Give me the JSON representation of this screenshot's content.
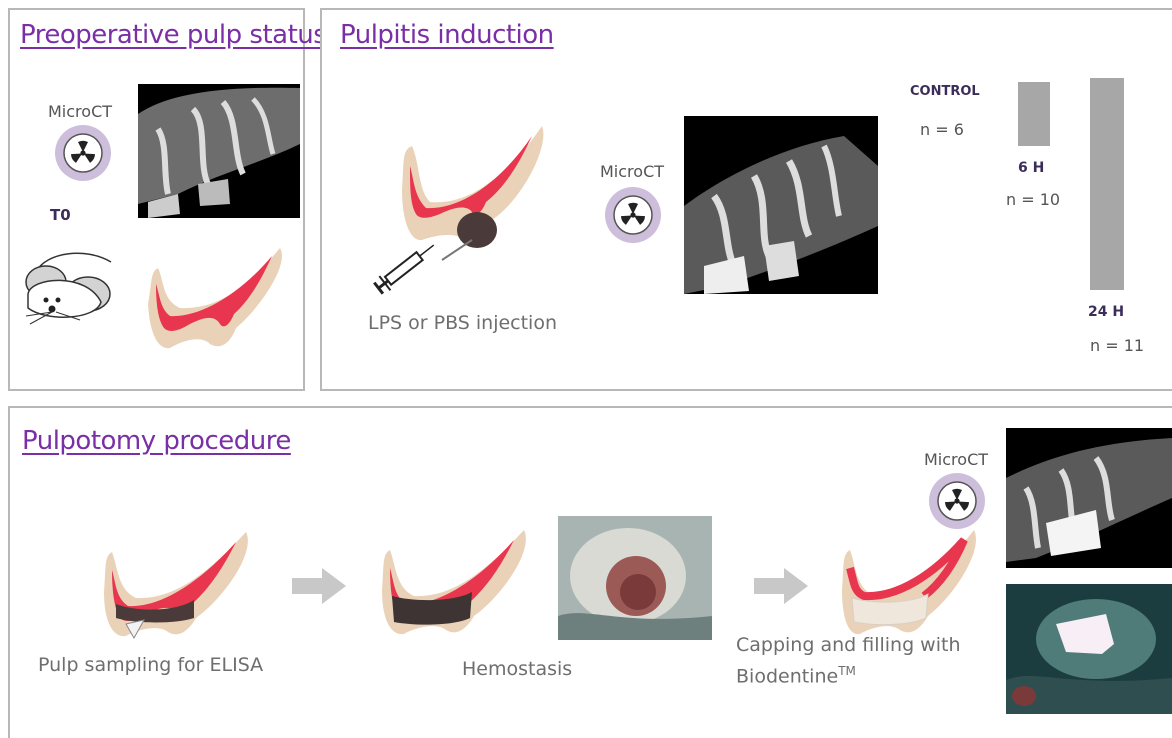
{
  "panel1": {
    "title": "Preoperative pulp status",
    "microct_label": "MicroCT",
    "timepoint": "T0"
  },
  "panel2": {
    "title": "Pulpitis induction",
    "injection_label": "LPS or PBS injection",
    "microct_label": "MicroCT",
    "control_label": "CONTROL",
    "control_n": "n = 6",
    "h6_label": "6 H",
    "h6_n": "n = 10",
    "h24_label": "24 H",
    "h24_n": "n = 11"
  },
  "panel3": {
    "title": "Pulpotomy procedure",
    "step1_label": "Pulp sampling for ELISA",
    "step2_label": "Hemostasis",
    "step3_label_line1": "Capping and filling with",
    "step3_label_line2": "Biodentine",
    "step3_trademark": "TM",
    "microct_label": "MicroCT"
  },
  "colors": {
    "title": "#7a2fa6",
    "pulp": "#e8364f",
    "bone": "#ead2b8",
    "icon_bg": "#cdbfdc",
    "bar": "#a7a7a7"
  },
  "icons": [
    "radiation-icon",
    "mouse-icon",
    "syringe-icon",
    "arrow-right-icon"
  ]
}
